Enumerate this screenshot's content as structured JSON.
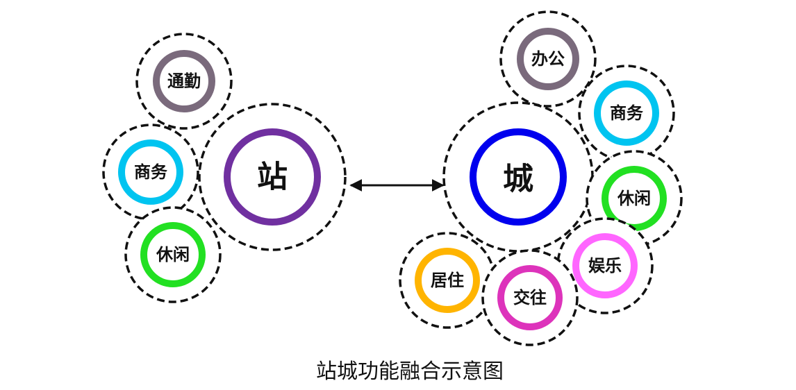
{
  "station": {
    "label": "站",
    "color": "#7030a0",
    "functions": [
      {
        "label": "通勤",
        "color": "#7a6a7c"
      },
      {
        "label": "商务",
        "color": "#00c4f0"
      },
      {
        "label": "休闲",
        "color": "#22e022"
      }
    ]
  },
  "city": {
    "label": "城",
    "color": "#0000ee",
    "functions": [
      {
        "label": "办公",
        "color": "#7a6a7c"
      },
      {
        "label": "商务",
        "color": "#00c4f0"
      },
      {
        "label": "休闲",
        "color": "#22e022"
      },
      {
        "label": "娱乐",
        "color": "#ff66ff"
      },
      {
        "label": "交往",
        "color": "#dd33bb"
      },
      {
        "label": "居住",
        "color": "#ffb400"
      }
    ]
  },
  "caption": "站城功能融合示意图"
}
